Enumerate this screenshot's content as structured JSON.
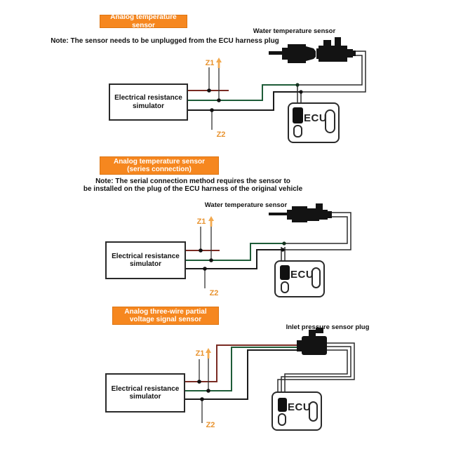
{
  "colors": {
    "background": "#ffffff",
    "banner_fill": "#F6871F",
    "banner_border": "#DD7410",
    "banner_text": "#ffffff",
    "label_orange": "#E8932F",
    "arrow_orange": "#F2A94E",
    "wire_red": "#7A2B23",
    "wire_green": "#1E5C38",
    "wire_black": "#1B1B1B",
    "text_dark": "#111111"
  },
  "sections": [
    {
      "banner_lines": [
        "Analog temperature sensor"
      ],
      "note_lines": [
        "Note: The sensor needs to be unplugged from the ECU harness plug"
      ],
      "sensor_label": "Water temperature sensor",
      "simulator_lines": [
        "Electrical resistance",
        "simulator"
      ],
      "z1_label": "Z1",
      "z2_label": "Z2",
      "ecu_label": "ECU"
    },
    {
      "banner_lines": [
        "Analog temperature sensor",
        "(series connection)"
      ],
      "note_lines": [
        "Note: The serial connection method requires the sensor to",
        "be installed on the plug of the ECU harness of the original vehicle"
      ],
      "sensor_label": "Water temperature sensor",
      "simulator_lines": [
        "Electrical resistance",
        "simulator"
      ],
      "z1_label": "Z1",
      "z2_label": "Z2",
      "ecu_label": "ECU"
    },
    {
      "banner_lines": [
        "Analog three-wire partial",
        "voltage signal sensor"
      ],
      "note_lines": [],
      "sensor_label": "Inlet pressure sensor plug",
      "simulator_lines": [
        "Electrical resistance",
        "simulator"
      ],
      "z1_label": "Z1",
      "z2_label": "Z2",
      "ecu_label": "ECU"
    }
  ]
}
